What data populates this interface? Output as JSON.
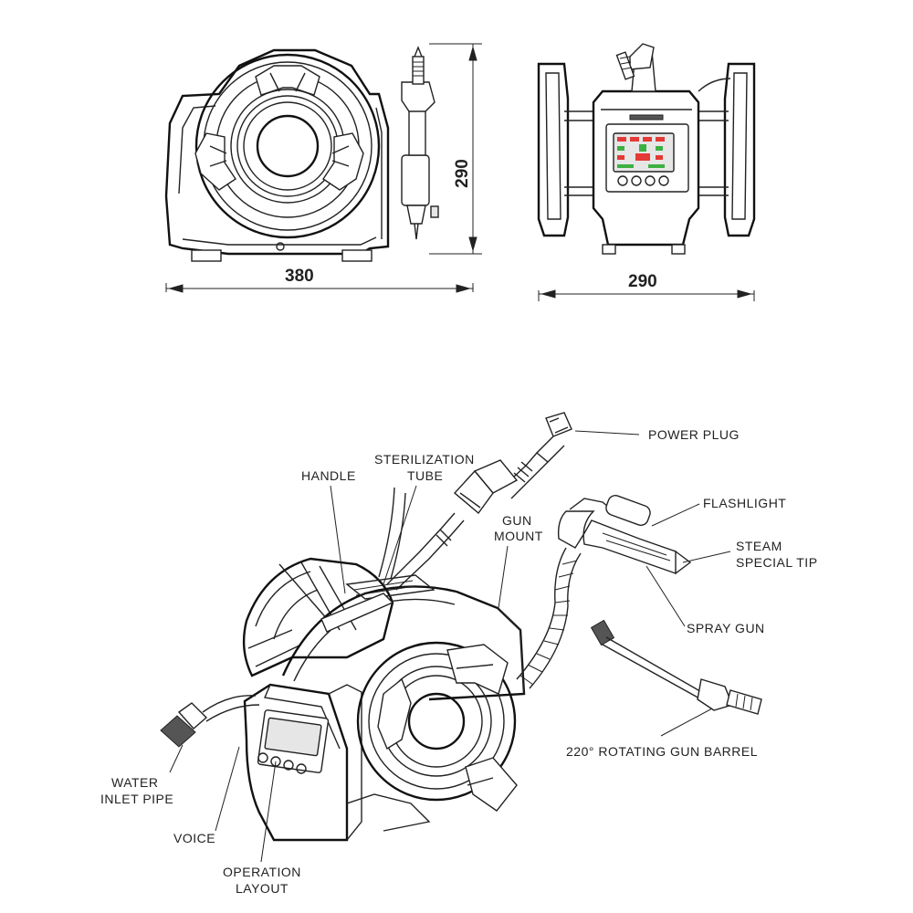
{
  "dimensions": {
    "side_width": "380",
    "side_height": "290",
    "front_width": "290"
  },
  "callouts": {
    "power_plug": "POWER PLUG",
    "handle": "HANDLE",
    "sterilization_tube_1": "STERILIZATION",
    "sterilization_tube_2": "TUBE",
    "gun_mount_1": "GUN",
    "gun_mount_2": "MOUNT",
    "flashlight": "FLASHLIGHT",
    "steam_tip_1": "STEAM",
    "steam_tip_2": "SPECIAL TIP",
    "spray_gun": "SPRAY GUN",
    "rotating_barrel": "220° ROTATING GUN BARREL",
    "water_inlet_1": "WATER",
    "water_inlet_2": "INLET PIPE",
    "voice": "VOICE",
    "operation_layout_1": "OPERATION",
    "operation_layout_2": "LAYOUT"
  },
  "colors": {
    "line": "#222222",
    "screen_green": "#3cb043",
    "screen_red": "#e53935"
  }
}
